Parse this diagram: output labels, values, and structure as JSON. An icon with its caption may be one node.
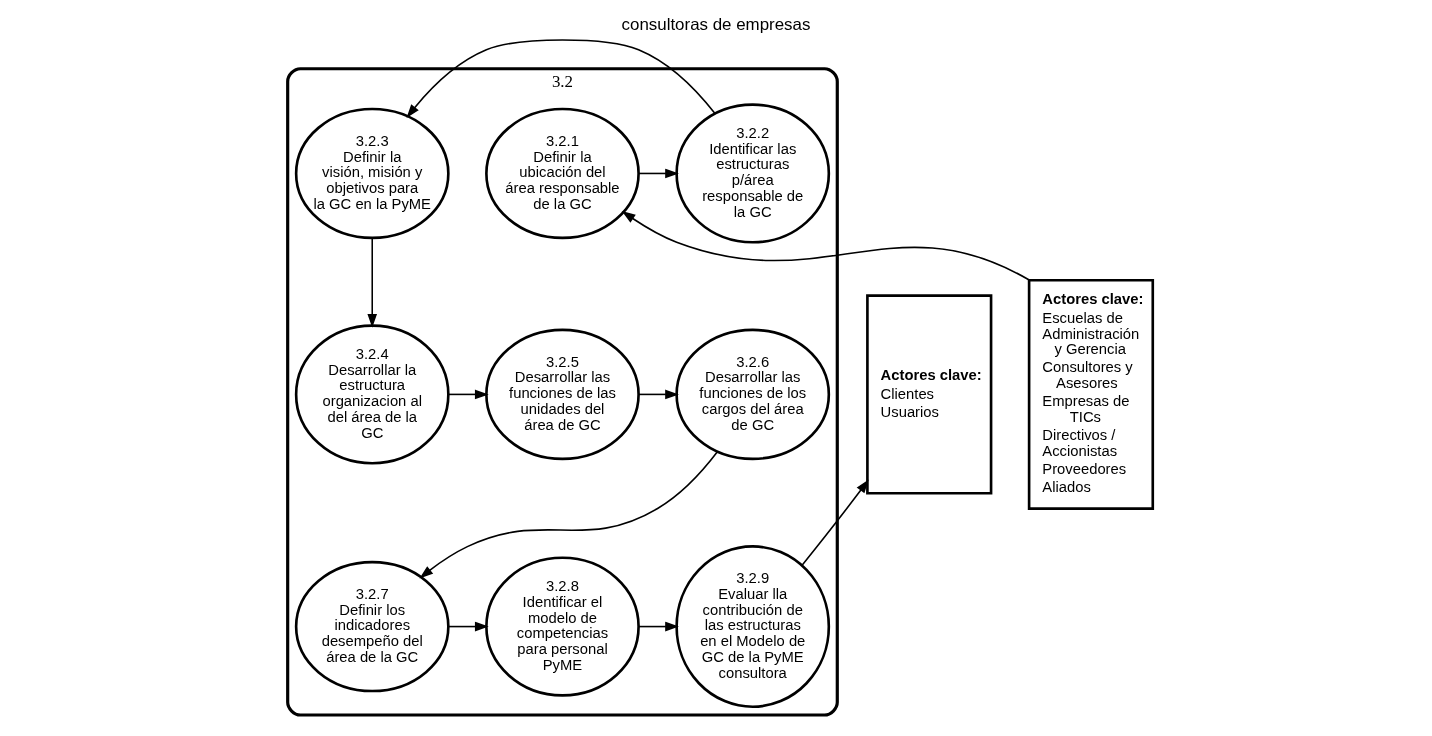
{
  "diagram": {
    "title": "consultoras de empresas",
    "nodes": [
      {
        "text": [
          "Actores clave:",
          "Escuelas de Administración y Gerencia",
          "Consultores y Asesores",
          "Empresas de TICs",
          "Directivos / Accionistas",
          "Proveedores",
          "Aliados"
        ]
      },
      {
        "text": [
          "3.2"
        ]
      },
      {
        "text": [
          "3.2.1",
          "Definir la ubicación del área responsable de la GC"
        ],
        "in": 1
      },
      {
        "text": [
          "3.2.2",
          "Identificar las estructuras p/área responsable de la GC"
        ],
        "in": 1
      },
      {
        "text": [
          "3.2.3",
          "Definir la visión, misión y objetivos para la GC en la PyME"
        ],
        "in": 1
      },
      {
        "text": [
          "3.2.4",
          "Desarrollar la estructura organizacion al del área de la GC"
        ],
        "in": 1
      },
      {
        "text": [
          "3.2.5",
          "Desarrollar las funciones de las unidades del área de GC"
        ],
        "in": 1
      },
      {
        "text": [
          "3.2.6",
          "Desarrollar las funciones de los cargos del área de GC"
        ],
        "in": 1
      },
      {
        "text": [
          "3.2.7",
          "Definir los indicadores desempeño del área de la GC"
        ],
        "in": 1
      },
      {
        "text": [
          "3.2.8",
          "Identificar el modelo de competencias para personal PyME"
        ],
        "in": 1
      },
      {
        "text": [
          "3.2.9",
          "Evaluar lla contribución de las estructuras en el Modelo de GC de la PyME consultora"
        ],
        "in": 1
      },
      {
        "text": [
          "Actores clave:",
          "Clientes",
          "Usuarios"
        ]
      }
    ],
    "edges": [
      {
        "from": 0,
        "to": 2,
        "arrow": "to"
      },
      {
        "from": 2,
        "to": 3,
        "arrow": "to"
      },
      {
        "from": 3,
        "to": 4,
        "arrow": "to"
      },
      {
        "from": 4,
        "to": 5,
        "arrow": "to"
      },
      {
        "from": 5,
        "to": 6,
        "arrow": "to"
      },
      {
        "from": 6,
        "to": 7,
        "arrow": "to"
      },
      {
        "from": 7,
        "to": 8,
        "arrow": "to"
      },
      {
        "from": 8,
        "to": 9,
        "arrow": "to"
      },
      {
        "from": 9,
        "to": 10,
        "arrow": "to"
      },
      {
        "from": 10,
        "to": 11,
        "arrow": "to"
      }
    ]
  }
}
